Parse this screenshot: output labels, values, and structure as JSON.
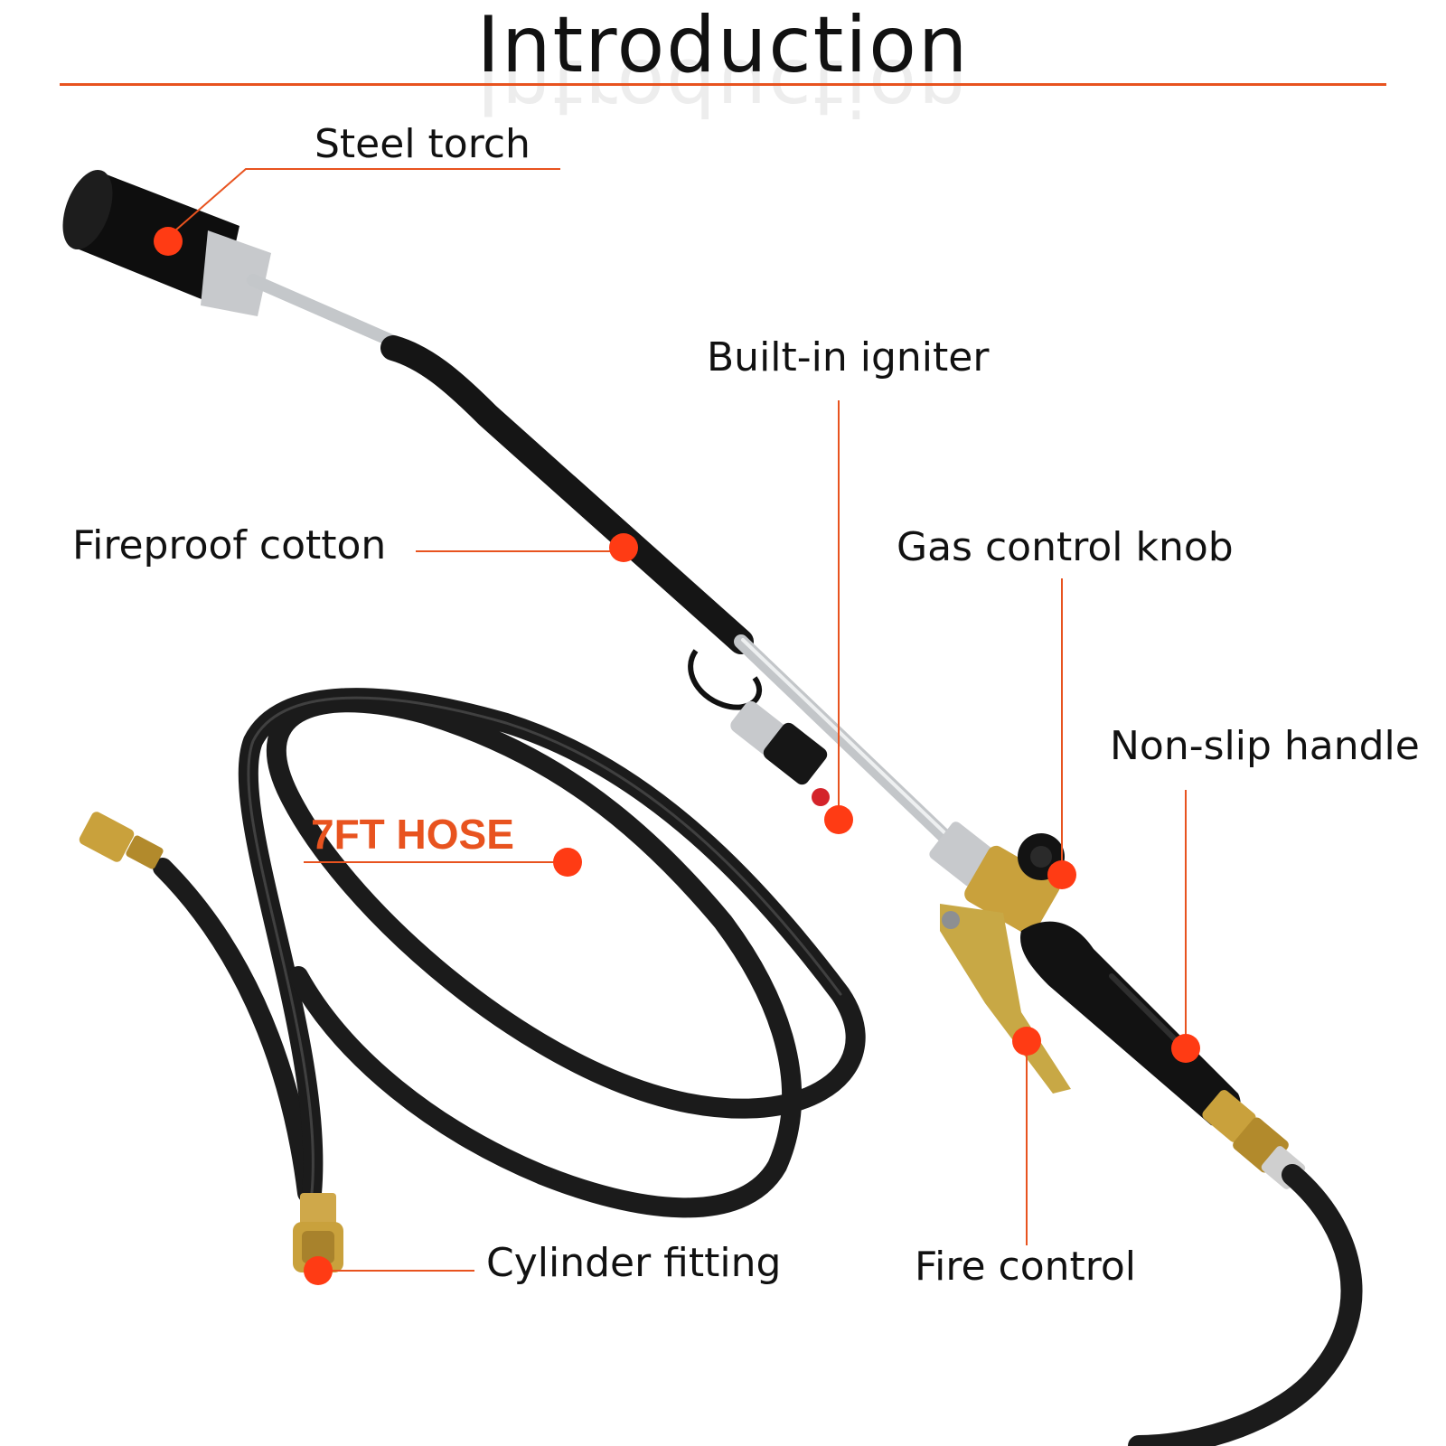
{
  "title": "Introduction",
  "colors": {
    "accent": "#e8531f",
    "hose": "#1b1b1b",
    "brass": "#c9a13c",
    "steel": "#bfc3c6"
  },
  "callouts": {
    "steel_torch": "Steel torch",
    "built_in_igniter": "Built-in igniter",
    "fireproof_cotton": "Fireproof cotton",
    "gas_control_knob": "Gas control knob",
    "non_slip_handle": "Non-slip handle",
    "hose_length": "7FT HOSE",
    "cylinder_fitting": "Cylinder fitting",
    "fire_control": "Fire control"
  }
}
